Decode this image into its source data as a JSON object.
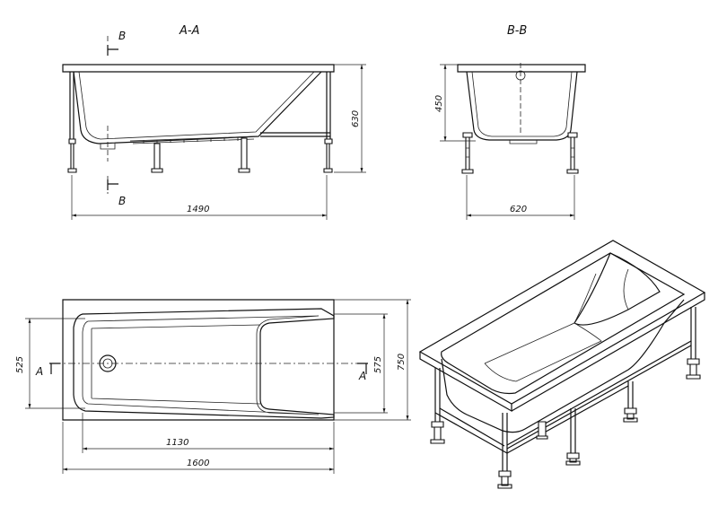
{
  "section_labels": {
    "aa": "A-A",
    "bb": "B-B",
    "cut_b_top": "B",
    "cut_b_bottom": "B",
    "cut_a_left": "A",
    "cut_a_right": "A"
  },
  "dimensions": {
    "side_length": "1490",
    "side_height": "630",
    "end_width": "620",
    "end_height": "450",
    "plan_inner_length": "1130",
    "plan_overall_length": "1600",
    "plan_inner_width_left": "525",
    "plan_inner_width_right": "575",
    "plan_overall_width": "750"
  }
}
